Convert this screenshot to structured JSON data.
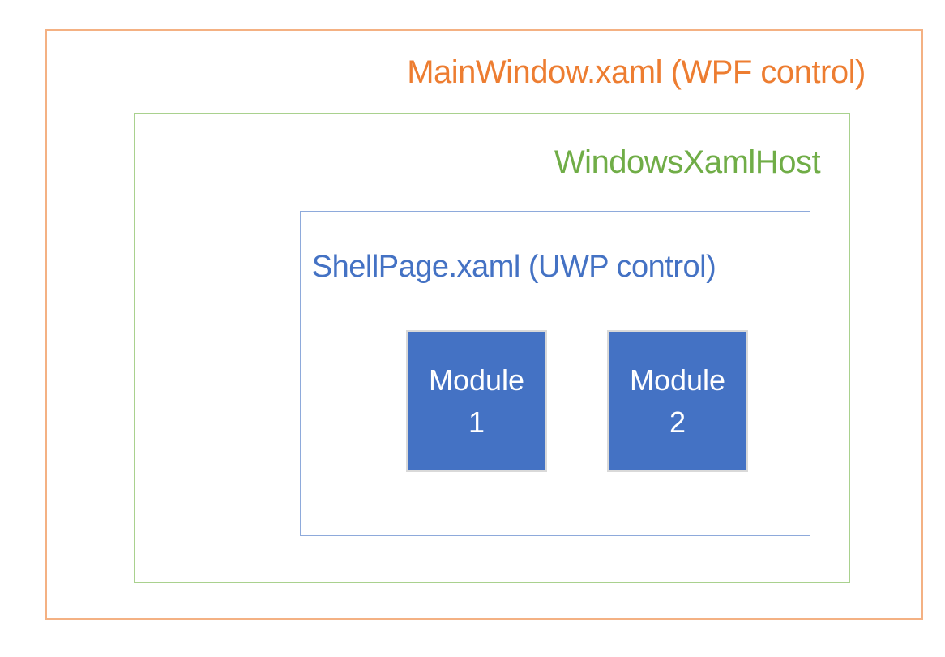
{
  "diagram": {
    "mainwindow": {
      "label": "MainWindow.xaml (WPF control)"
    },
    "windowsxamlhost": {
      "label": "WindowsXamlHost"
    },
    "shellpage": {
      "label": "ShellPage.xaml (UWP control)"
    },
    "modules": [
      {
        "name": "Module",
        "number": "1"
      },
      {
        "name": "Module",
        "number": "2"
      }
    ]
  },
  "colors": {
    "background": "#FFFFFF",
    "mainwindow_text": "#ED7D31",
    "mainwindow_border": "#F4B183",
    "windowsxamlhost_text": "#70AD47",
    "windowsxamlhost_border": "#A9D18E",
    "shellpage_text": "#4472C4",
    "shellpage_border": "#8EAADB",
    "module_fill": "#4472C4",
    "module_border": "#D9D9D9",
    "module_text": "#FFFFFF"
  }
}
